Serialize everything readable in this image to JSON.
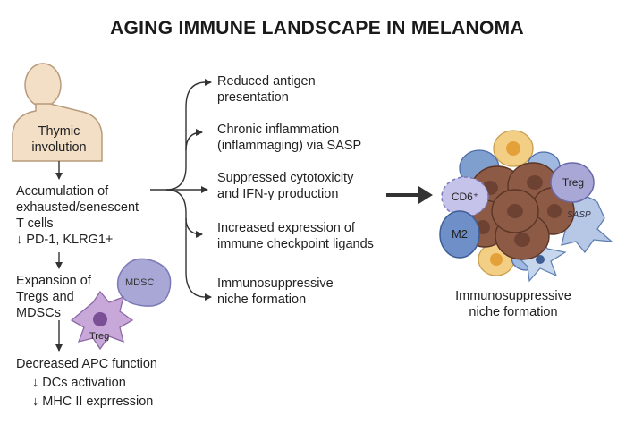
{
  "title": "AGING IMMUNE LANDSCAPE IN MELANOMA",
  "left_flow": {
    "thymic": [
      "Thymic",
      "involution"
    ],
    "accumulation": [
      "Accumulation of",
      "exhausted/senescent",
      "T cells",
      "↓ PD-1,  KLRG1+"
    ],
    "expansion": [
      "Expansion of",
      "Tregs and",
      "MDSCs"
    ],
    "apc": [
      "Decreased APC function",
      "↓ DCs activation",
      "↓ MHC II  exprression"
    ],
    "mdsc_label": "MDSC",
    "treg_label": "Treg"
  },
  "effects": [
    [
      "Reduced antigen",
      "presentation"
    ],
    [
      "Chronic inflammation",
      "(inflammaging) via  SASP"
    ],
    [
      "Suppressed cytotoxicity",
      "and IFN-γ production"
    ],
    [
      "Increased expression of",
      "immune checkpoint  ligands"
    ],
    [
      "Immunosuppressive",
      "niche formation"
    ]
  ],
  "niche": {
    "caption": [
      "Immunosuppressive",
      "niche formation"
    ],
    "cd8_label": "CD6⁺",
    "treg_label": "Treg",
    "sasp_label": "SASP",
    "m2_label": "M2"
  },
  "colors": {
    "skin": "#f2dfc6",
    "tumor": "#8c5a45",
    "tumor_nucleus": "#6e4233",
    "blue_cell": "#7f9fce",
    "purple_cell": "#a8a7d6",
    "orange_cell": "#f3cf86",
    "sasp_cell": "#b6c8e6"
  }
}
